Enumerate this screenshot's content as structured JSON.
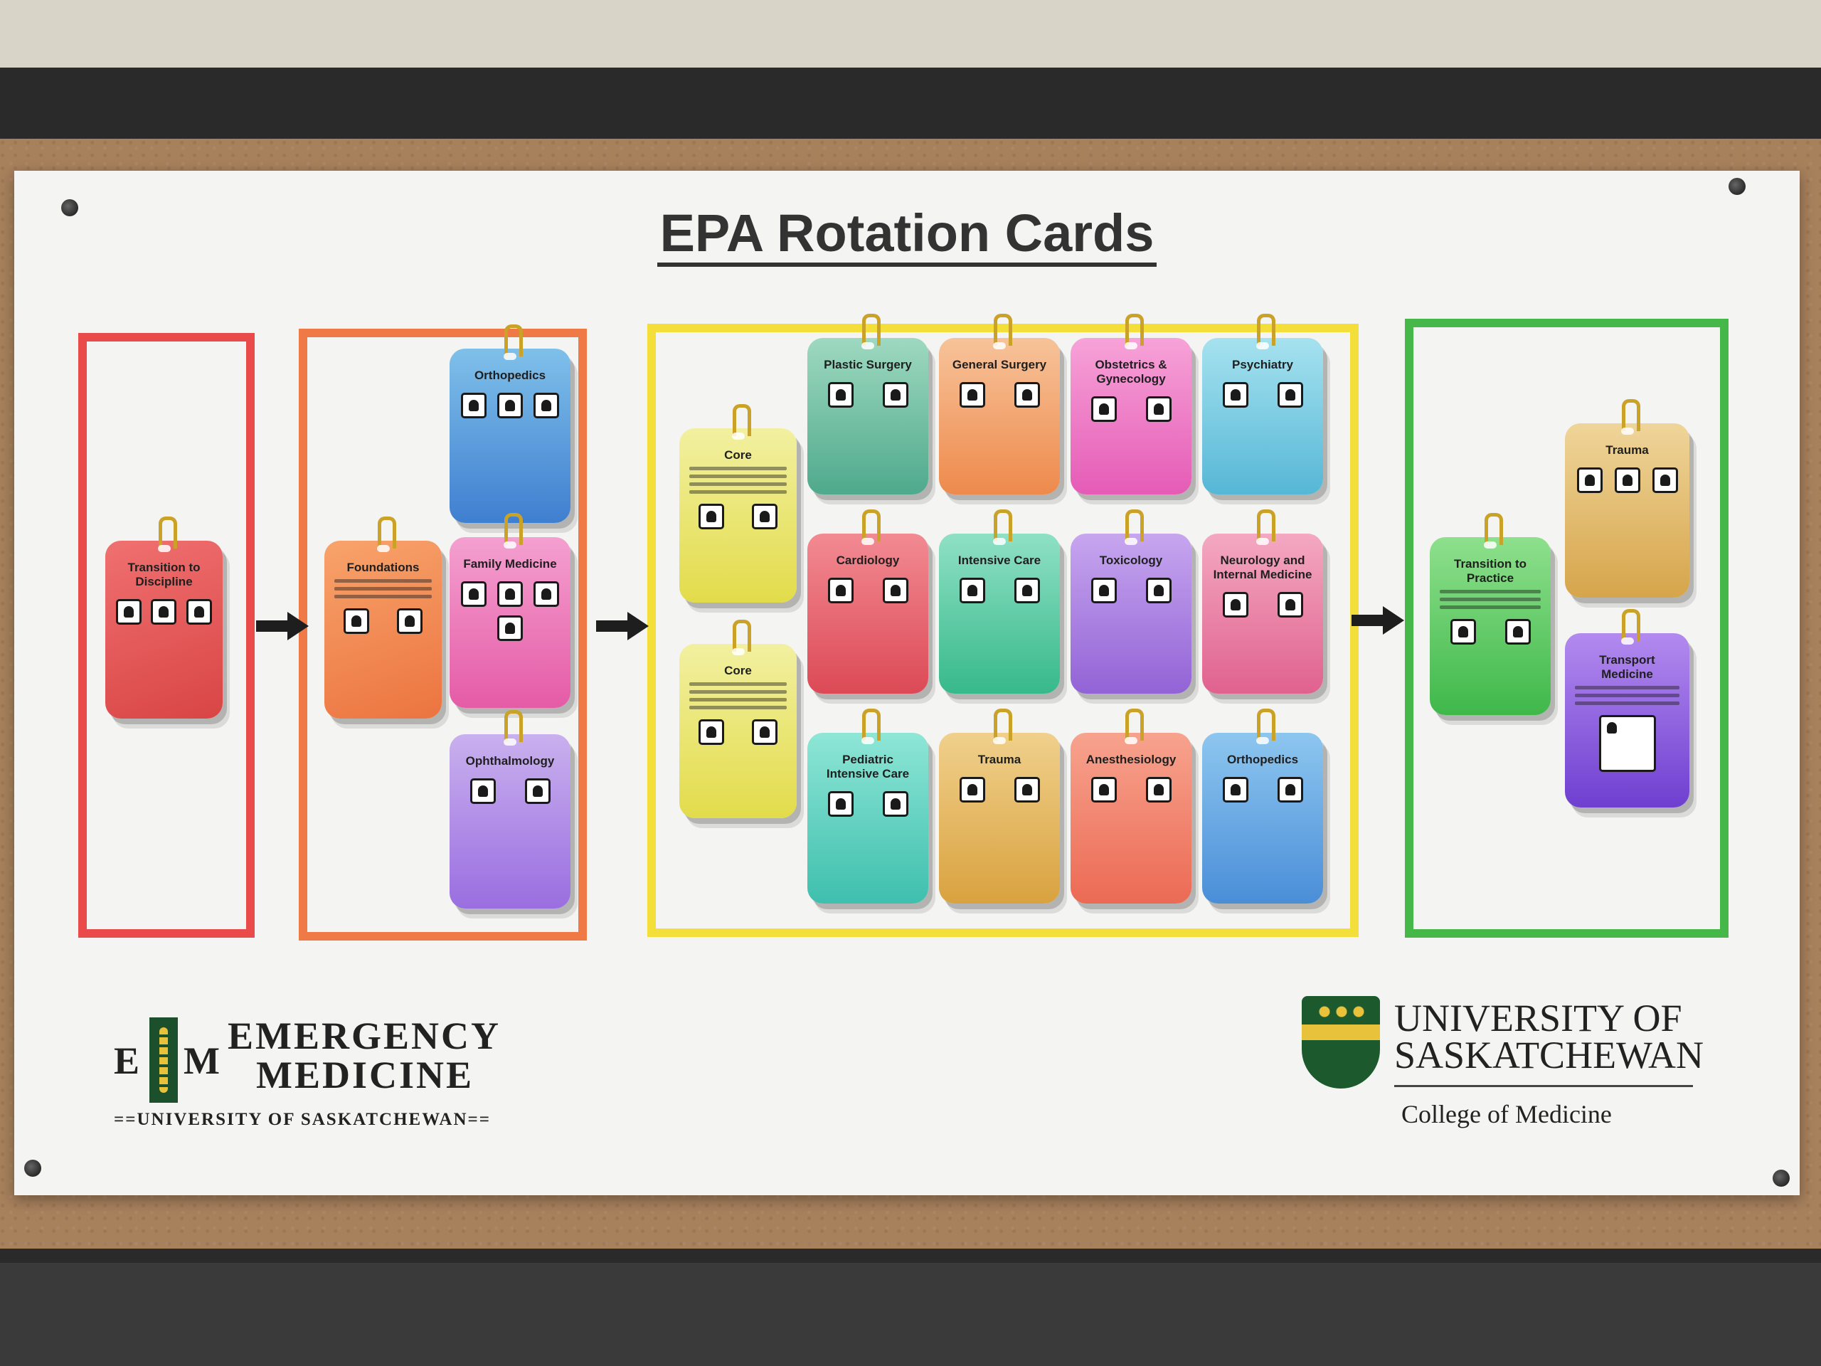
{
  "title": "EPA Rotation Cards",
  "colors": {
    "transition_box": "#e94b4b",
    "foundations_box": "#ef7a45",
    "core_box": "#f4df3a",
    "practice_box": "#46b84a"
  },
  "cards": {
    "transition_to_discipline": "Transition to Discipline",
    "foundations": "Foundations",
    "orthopedics_1": "Orthopedics",
    "family_medicine": "Family Medicine",
    "ophthalmology": "Ophthalmology",
    "core_1": "Core",
    "core_2": "Core",
    "plastic_surgery": "Plastic Surgery",
    "general_surgery": "General Surgery",
    "obstetrics": "Obstetrics & Gynecology",
    "psychiatry": "Psychiatry",
    "cardiology": "Cardiology",
    "intensive_care": "Intensive Care",
    "toxicology": "Toxicology",
    "neurology": "Neurology and Internal Medicine",
    "pediatric_intensive_care": "Pediatric Intensive Care",
    "trauma_1": "Trauma",
    "anesthesiology": "Anesthesiology",
    "orthopedics_2": "Orthopedics",
    "transition_to_practice": "Transition to Practice",
    "trauma_2": "Trauma",
    "transport_medicine": "Transport Medicine"
  },
  "logos": {
    "em_letter_e": "E",
    "em_letter_m": "M",
    "em_line1": "EMERGENCY",
    "em_line2": "MEDICINE",
    "em_sub": "==UNIVERSITY OF SASKATCHEWAN==",
    "usask_line1": "UNIVERSITY OF",
    "usask_line2": "SASKATCHEWAN",
    "usask_college": "College of Medicine"
  }
}
